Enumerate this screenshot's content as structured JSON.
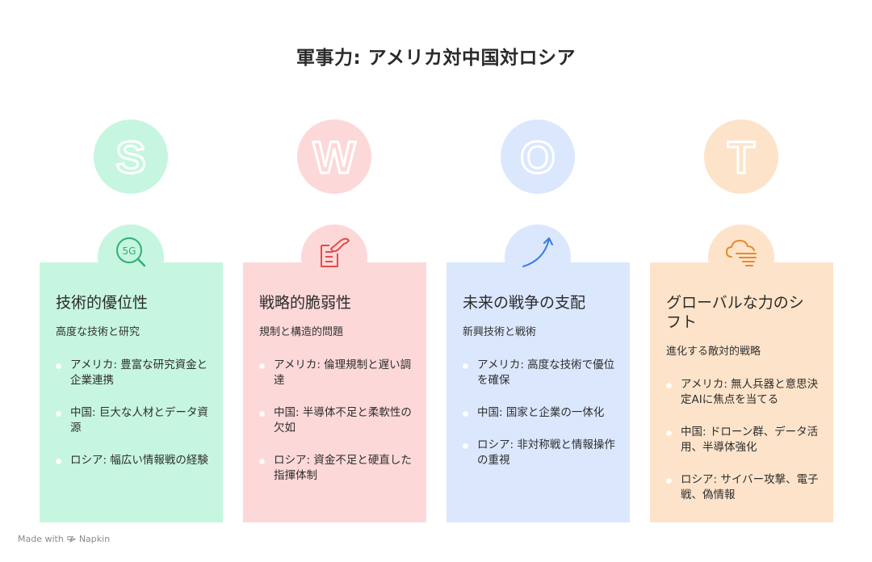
{
  "title": "軍事力: アメリカ対中国対ロシア",
  "columns": [
    {
      "letter": "S",
      "icon": "5g-search-icon",
      "icon_text": "5G",
      "colors": {
        "light": "#c6f6df",
        "circle": "#bdf3d8",
        "accent": "#2fae7a",
        "letter": "#ddfaec"
      },
      "title": "技術的優位性",
      "subtitle": "高度な技術と研究",
      "bullets": [
        "アメリカ: 豊富な研究資金と企業連携",
        "中国: 巨大な人材とデータ資源",
        "ロシア: 幅広い情報戦の経験"
      ]
    },
    {
      "letter": "W",
      "icon": "document-hand-icon",
      "colors": {
        "light": "#fdd8d8",
        "circle": "#fcd1d1",
        "accent": "#e24c4c",
        "letter": "#fee8e8"
      },
      "title": "戦略的脆弱性",
      "subtitle": "規制と構造的問題",
      "bullets": [
        "アメリカ: 倫理規制と遅い調達",
        "中国: 半導体不足と柔軟性の欠如",
        "ロシア: 資金不足と硬直した指揮体制"
      ]
    },
    {
      "letter": "O",
      "icon": "rising-arrow-icon",
      "colors": {
        "light": "#dbe7fd",
        "circle": "#d6e3fc",
        "accent": "#3b7be0",
        "letter": "#ebf1fe"
      },
      "title": "未来の戦争の支配",
      "subtitle": "新興技術と戦術",
      "bullets": [
        "アメリカ: 高度な技術で優位を確保",
        "中国: 国家と企業の一体化",
        "ロシア: 非対称戦と情報操作の重視"
      ]
    },
    {
      "letter": "T",
      "icon": "cloud-wind-icon",
      "colors": {
        "light": "#fde3c9",
        "circle": "#fde0c3",
        "accent": "#e58a2c",
        "letter": "#fef0e2"
      },
      "title": "グローバルな力のシフト",
      "subtitle": "進化する敵対的戦略",
      "bullets": [
        "アメリカ: 無人兵器と意思決定AIに焦点を当てる",
        "中国: ドローン群、データ活用、半導体強化",
        "ロシア: サイバー攻撃、電子戦、偽情報"
      ]
    }
  ],
  "footer": {
    "made_with": "Made with",
    "brand": "Napkin"
  }
}
